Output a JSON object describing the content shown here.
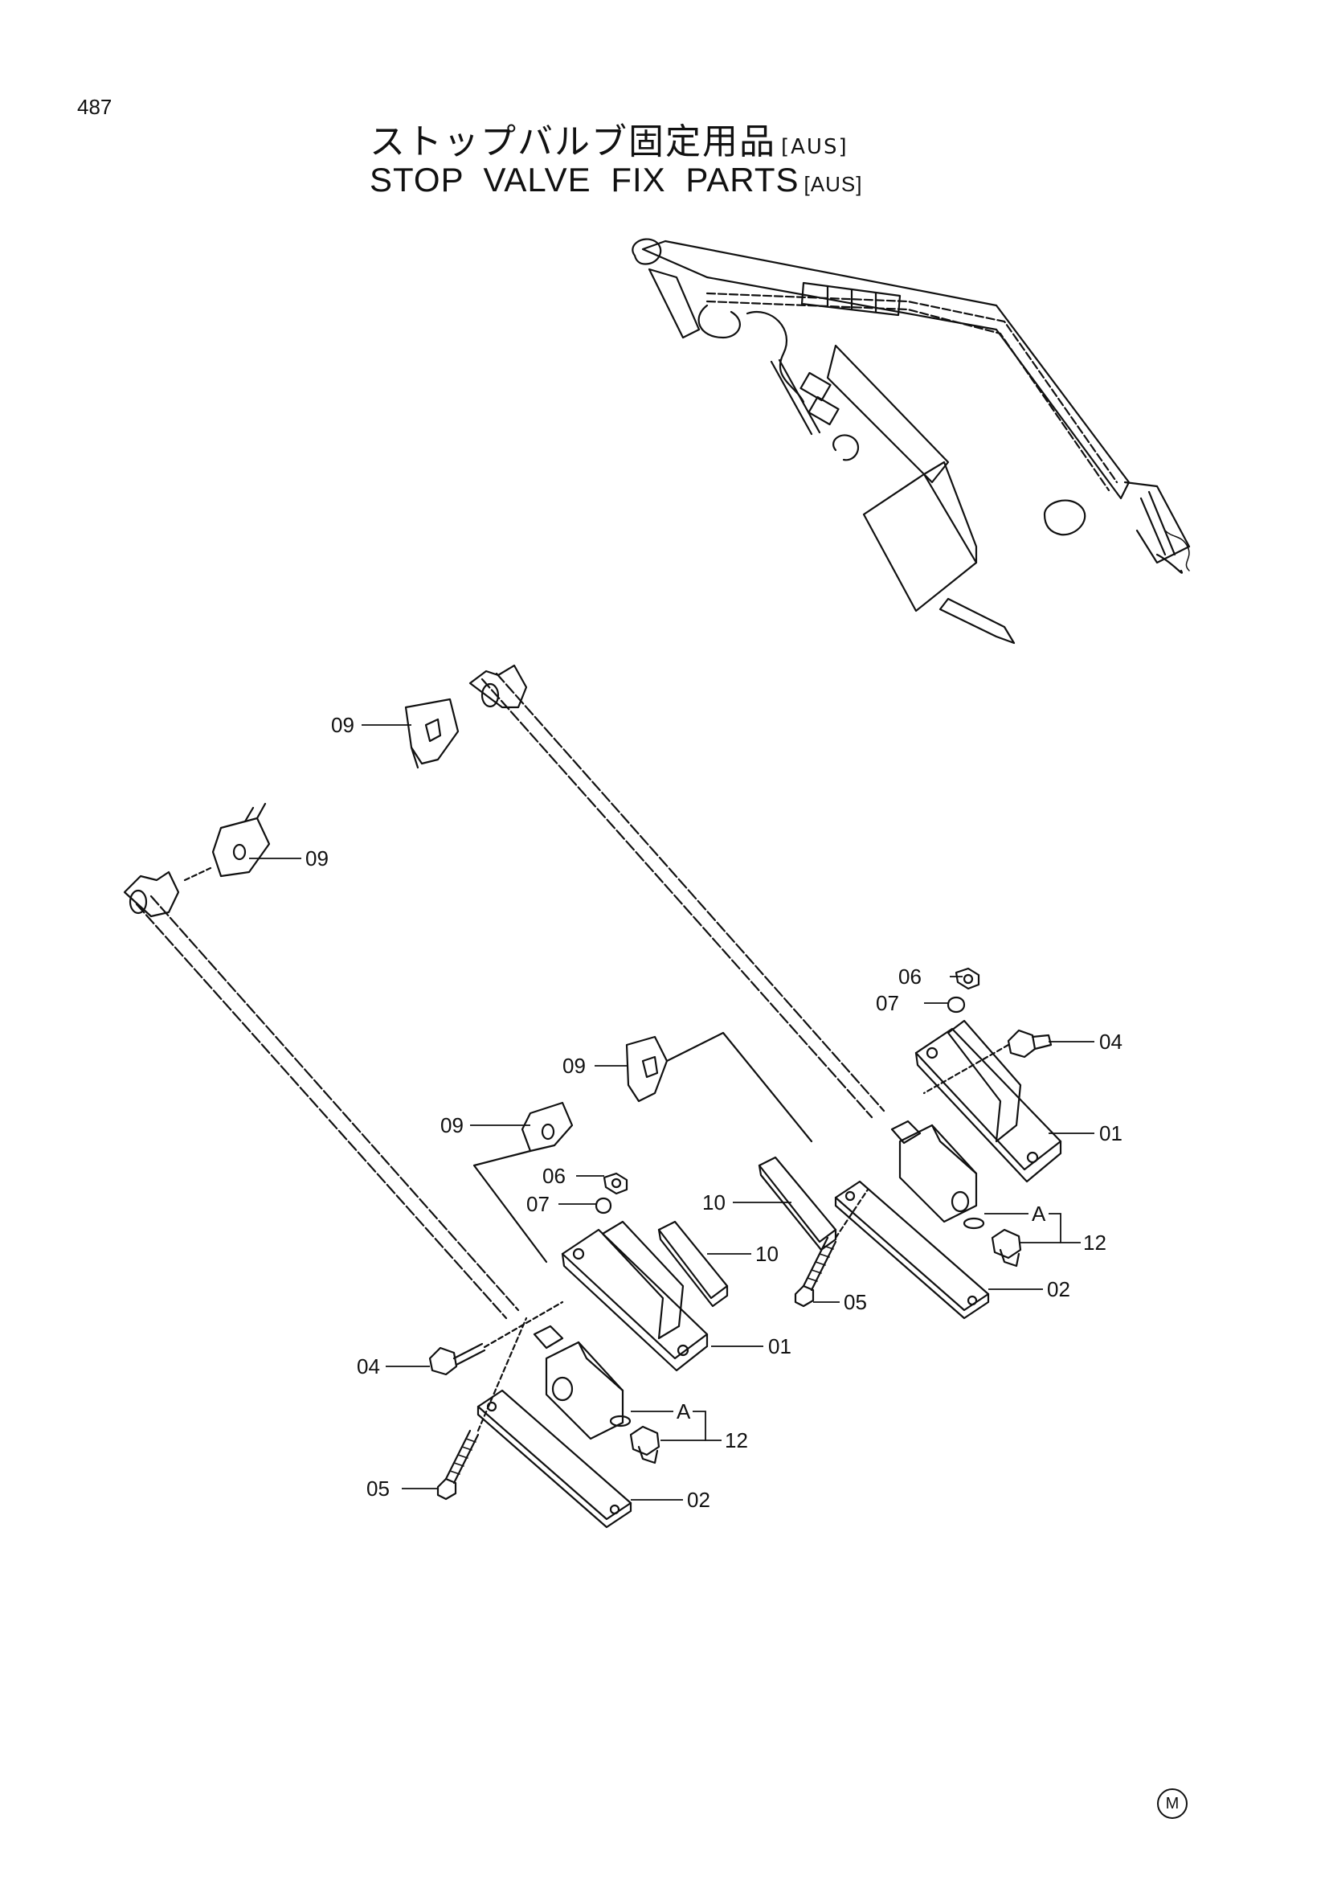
{
  "page": {
    "number": "487",
    "title_jp": "ストップバルブ固定用品",
    "title_en": "STOP  VALVE  FIX  PARTS",
    "region_tag": "[AUS]",
    "brand_mark": "M"
  },
  "callouts": [
    {
      "label": "09"
    },
    {
      "label": "09"
    },
    {
      "label": "09"
    },
    {
      "label": "09"
    },
    {
      "label": "06"
    },
    {
      "label": "07"
    },
    {
      "label": "04"
    },
    {
      "label": "01"
    },
    {
      "label": "06"
    },
    {
      "label": "07"
    },
    {
      "label": "10"
    },
    {
      "label": "10"
    },
    {
      "label": "A"
    },
    {
      "label": "12"
    },
    {
      "label": "05"
    },
    {
      "label": "02"
    },
    {
      "label": "04"
    },
    {
      "label": "01"
    },
    {
      "label": "A"
    },
    {
      "label": "12"
    },
    {
      "label": "05"
    },
    {
      "label": "02"
    }
  ]
}
